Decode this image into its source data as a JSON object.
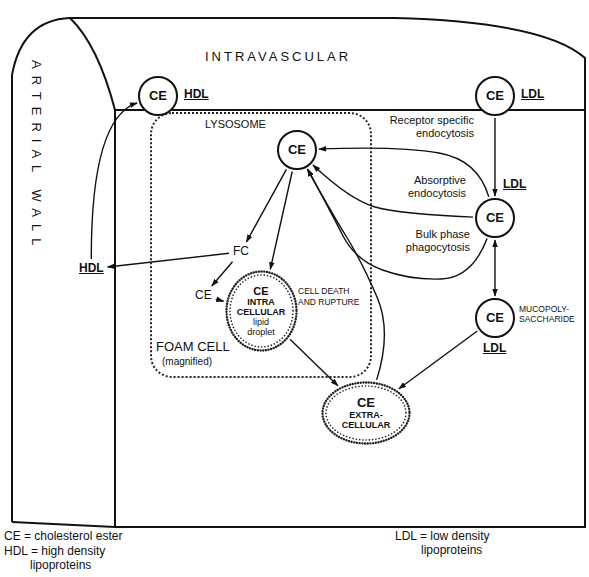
{
  "diagram": {
    "nodes": [
      {
        "text": [
          "INTRAVASCULAR"
        ]
      },
      {
        "text": [
          "CE",
          "HDL"
        ],
        "in": 0
      },
      {
        "text": [
          "CE",
          "LDL"
        ],
        "in": 0
      },
      {
        "text": [
          "ARTERIAL WALL"
        ]
      },
      {
        "text": [
          "FOAM CELL",
          "(magnified)"
        ]
      },
      {
        "text": [
          "LYSOSOME",
          "CE"
        ],
        "in": 4
      },
      {
        "text": [
          "HDL"
        ]
      },
      {
        "text": [
          "FC"
        ],
        "in": 4
      },
      {
        "text": [
          "CE"
        ],
        "in": 4
      },
      {
        "text": [
          "CE",
          "INTRA CELLULAR",
          "lipid droplet"
        ],
        "in": 4
      },
      {
        "text": [
          "CE",
          "LDL"
        ]
      },
      {
        "text": [
          "CE",
          "MUCOPOLY-SACCHARIDE",
          "LDL"
        ]
      },
      {
        "text": [
          "CE",
          "EXTRA-CELLULAR"
        ]
      }
    ],
    "edges": [
      {
        "from": 6,
        "to": 1,
        "arrow": "to"
      },
      {
        "from": 2,
        "to": 10,
        "arrow": "to"
      },
      {
        "from": 10,
        "to": 5,
        "label": "Receptor specific endocytosis",
        "arrow": "to"
      },
      {
        "from": 10,
        "to": 5,
        "label": "Absorptive endocytosis",
        "arrow": "to"
      },
      {
        "from": 10,
        "to": 5,
        "label": "Bulk phase phagocytosis",
        "arrow": "to"
      },
      {
        "from": 10,
        "to": 11,
        "arrow": "both"
      },
      {
        "from": 11,
        "to": 12,
        "arrow": "to"
      },
      {
        "from": 5,
        "to": 7,
        "arrow": "to"
      },
      {
        "from": 5,
        "to": 9,
        "arrow": "to"
      },
      {
        "from": 7,
        "to": 6,
        "arrow": "to"
      },
      {
        "from": 7,
        "to": 8,
        "arrow": "to"
      },
      {
        "from": 8,
        "to": 9,
        "arrow": "to"
      },
      {
        "from": 9,
        "to": 12,
        "label": "CELL DEATH AND RUPTURE",
        "arrow": "to"
      },
      {
        "from": 12,
        "to": 5,
        "arrow": "to"
      }
    ],
    "labels": [
      "CE = cholesterol ester",
      "LDL = low density lipoproteins",
      "HDL = high density lipoproteins"
    ]
  }
}
